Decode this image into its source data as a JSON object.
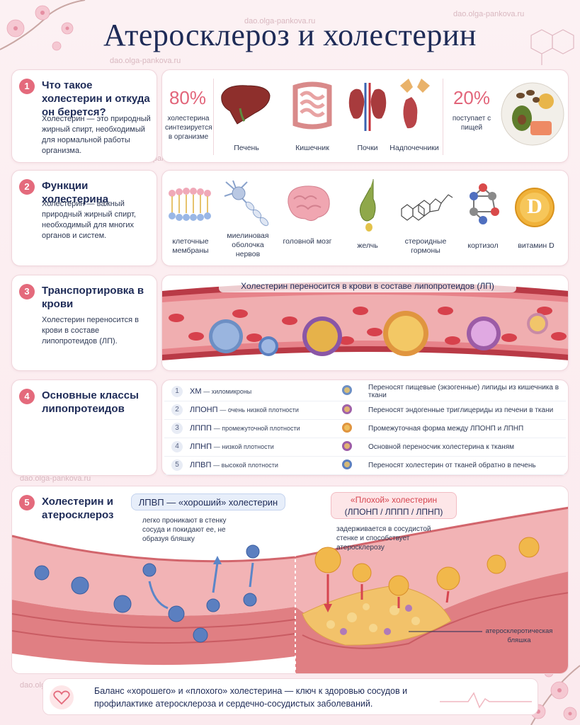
{
  "title": "Атеросклероз и холестерин",
  "watermark": "dao.olga-pankova.ru",
  "s1": {
    "num": "1",
    "title": "Что такое холестерин и откуда он берется?",
    "desc": "Холестерин — это природный жирный спирт, необходимый для нормальной работы организма.",
    "pct_body": "80%",
    "pct_body_label": "холестерина синтезируется в организме",
    "organs": [
      "Печень",
      "Кишечник",
      "Почки",
      "Надпочечники"
    ],
    "pct_food": "20%",
    "pct_food_label": "поступает с пищей"
  },
  "s2": {
    "num": "2",
    "title": "Функции холестерина",
    "desc": "Холестерин — важный природный жирный спирт, необходимый для многих органов и систем.",
    "items": [
      "клеточные мембраны",
      "миелиновая оболочка нервов",
      "головной мозг",
      "желчь",
      "стероидные гормоны",
      "кортизол",
      "витамин D"
    ],
    "vitamin_letter": "D"
  },
  "s3": {
    "num": "3",
    "title": "Транспортировка в крови",
    "desc": "Холестерин переносится в крови в составе липопротеидов (ЛП).",
    "banner": "Холестерин переносится в крови в составе липопротеидов (ЛП)"
  },
  "s4": {
    "num": "4",
    "title": "Основные классы липопротеидов",
    "rows": [
      {
        "n": "1",
        "name": "ХМ",
        "sub": "— хиломикроны",
        "desc": "Переносят пищевые (экзогенные) липиды из кишечника в ткани",
        "color": "#6d8fc4"
      },
      {
        "n": "2",
        "name": "ЛПОНП",
        "sub": "— очень низкой плотности",
        "desc": "Переносят эндогенные триглицериды из печени в ткани",
        "color": "#a062a8"
      },
      {
        "n": "3",
        "name": "ЛППП",
        "sub": "— промежуточной плотности",
        "desc": "Промежуточная форма между ЛПОНП и ЛПНП",
        "color": "#e0953f"
      },
      {
        "n": "4",
        "name": "ЛПНП",
        "sub": "— низкой плотности",
        "desc": "Основной переносчик холестерина к тканям",
        "color": "#9c5ca6"
      },
      {
        "n": "5",
        "name": "ЛПВП",
        "sub": "— высокой плотности",
        "desc": "Переносят холестерин от тканей обратно в печень",
        "color": "#5b7fc0"
      }
    ]
  },
  "s5": {
    "num": "5",
    "title": "Холестерин и атеросклероз",
    "good_title": "ЛПВП — «хороший» холестерин",
    "good_note": "легко проникают в стенку сосуда и покидают ее, не образуя бляшку",
    "bad_title_1": "«Плохой» холестерин",
    "bad_title_2": "(ЛПОНП / ЛППП / ЛПНП)",
    "bad_note": "задерживается в сосудистой стенке и способствует атеросклерозу",
    "plaque_label": "атеросклеротическая бляшка"
  },
  "footer": {
    "text": "Баланс «хорошего» и «плохого» холестерина — ключ к здоровью сосудов и профилактике атеросклероза и сердечно-сосудистых заболеваний."
  },
  "colors": {
    "accent": "#e46a7c",
    "navy": "#1e2b57",
    "vessel": "#c94a54",
    "rbc": "#d9434e"
  }
}
